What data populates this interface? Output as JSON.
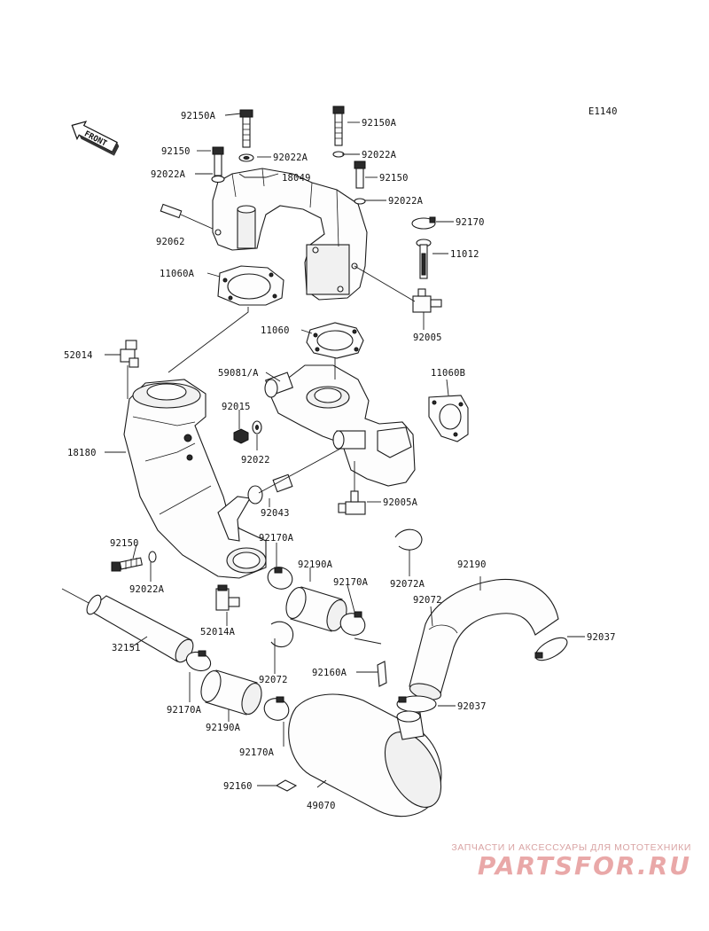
{
  "diagram": {
    "code": "E1140",
    "front_label": "FRONT",
    "parts": [
      {
        "id": "p-92150A-1",
        "label": "92150A"
      },
      {
        "id": "p-92150A-2",
        "label": "92150A"
      },
      {
        "id": "p-92150-1",
        "label": "92150"
      },
      {
        "id": "p-92022A-1",
        "label": "92022A"
      },
      {
        "id": "p-92022A-2",
        "label": "92022A"
      },
      {
        "id": "p-92022A-3",
        "label": "92022A"
      },
      {
        "id": "p-18049",
        "label": "18049"
      },
      {
        "id": "p-92150-2",
        "label": "92150"
      },
      {
        "id": "p-92022A-4",
        "label": "92022A"
      },
      {
        "id": "p-92170",
        "label": "92170"
      },
      {
        "id": "p-92062",
        "label": "92062"
      },
      {
        "id": "p-11012",
        "label": "11012"
      },
      {
        "id": "p-11060A",
        "label": "11060A"
      },
      {
        "id": "p-92005",
        "label": "92005"
      },
      {
        "id": "p-11060",
        "label": "11060"
      },
      {
        "id": "p-52014",
        "label": "52014"
      },
      {
        "id": "p-59081A",
        "label": "59081/A"
      },
      {
        "id": "p-11060B",
        "label": "11060B"
      },
      {
        "id": "p-92015",
        "label": "92015"
      },
      {
        "id": "p-92022",
        "label": "92022"
      },
      {
        "id": "p-18180",
        "label": "18180"
      },
      {
        "id": "p-92005A",
        "label": "92005A"
      },
      {
        "id": "p-92043",
        "label": "92043"
      },
      {
        "id": "p-92170A-1",
        "label": "92170A"
      },
      {
        "id": "p-92072A",
        "label": "92072A"
      },
      {
        "id": "p-92150-3",
        "label": "92150"
      },
      {
        "id": "p-92190",
        "label": "92190"
      },
      {
        "id": "p-92190A-1",
        "label": "92190A"
      },
      {
        "id": "p-92022A-5",
        "label": "92022A"
      },
      {
        "id": "p-92170A-2",
        "label": "92170A"
      },
      {
        "id": "p-92072-1",
        "label": "92072"
      },
      {
        "id": "p-52014A",
        "label": "52014A"
      },
      {
        "id": "p-92037-1",
        "label": "92037"
      },
      {
        "id": "p-32151",
        "label": "32151"
      },
      {
        "id": "p-92160A",
        "label": "92160A"
      },
      {
        "id": "p-92072-2",
        "label": "92072"
      },
      {
        "id": "p-92037-2",
        "label": "92037"
      },
      {
        "id": "p-92170A-3",
        "label": "92170A"
      },
      {
        "id": "p-92190A-2",
        "label": "92190A"
      },
      {
        "id": "p-92170A-4",
        "label": "92170A"
      },
      {
        "id": "p-92160",
        "label": "92160"
      },
      {
        "id": "p-49070",
        "label": "49070"
      }
    ]
  },
  "watermark": {
    "tagline": "ЗАПЧАСТИ И АКСЕССУАРЫ ДЛЯ МОТОТЕХНИКИ",
    "logo": "PARTSFOR.RU"
  },
  "colors": {
    "line": "#1a1a1a",
    "watermark": "#e9a8a8",
    "background": "#ffffff"
  }
}
